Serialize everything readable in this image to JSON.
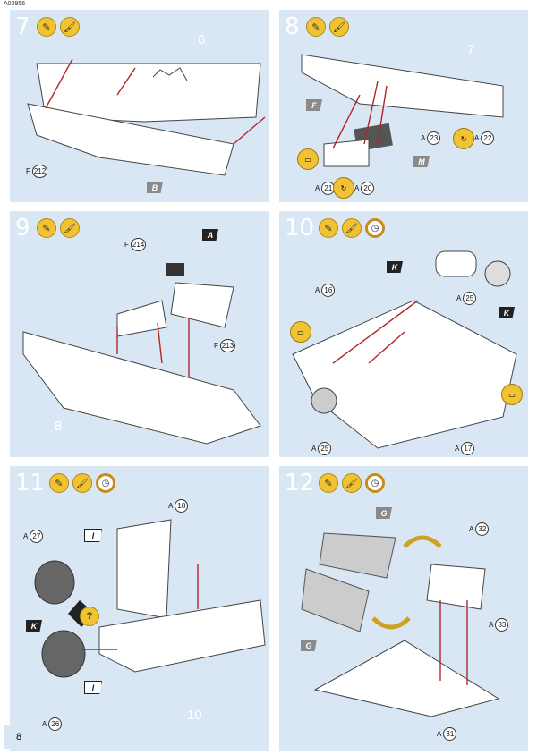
{
  "doc_code": "A03956",
  "page_number": "8",
  "steps": [
    {
      "number": "7",
      "clock": false,
      "part_label": "6",
      "callouts": [
        "F",
        "212"
      ],
      "flags": [
        "B"
      ]
    },
    {
      "number": "8",
      "clock": false,
      "part_label": "7",
      "callouts": [
        [
          "A",
          "23"
        ],
        [
          "A",
          "22"
        ],
        [
          "A",
          "21"
        ],
        [
          "A",
          "20"
        ]
      ],
      "flags": [
        "F",
        "M"
      ]
    },
    {
      "number": "9",
      "clock": false,
      "part_label": "8",
      "callouts": [
        [
          "F",
          "214"
        ],
        [
          "F",
          "213"
        ]
      ],
      "flags": [
        "A"
      ]
    },
    {
      "number": "10",
      "clock": true,
      "callouts": [
        [
          "A",
          "16"
        ],
        [
          "A",
          "25"
        ],
        [
          "A",
          "25"
        ],
        [
          "A",
          "17"
        ]
      ],
      "flags": [
        "K",
        "K"
      ]
    },
    {
      "number": "11",
      "clock": true,
      "part_label": "10",
      "callouts": [
        [
          "A",
          "18"
        ],
        [
          "A",
          "27"
        ],
        [
          "A",
          "26"
        ]
      ],
      "flags": [
        "I",
        "K",
        "I"
      ],
      "question": "?"
    },
    {
      "number": "12",
      "clock": true,
      "callouts": [
        [
          "A",
          "32"
        ],
        [
          "A",
          "33"
        ],
        [
          "A",
          "31"
        ]
      ],
      "flags": [
        "G",
        "G"
      ]
    }
  ],
  "colors": {
    "panel": "#d9e7f5",
    "arrow": "#b0262b",
    "icon": "#f1c232"
  }
}
